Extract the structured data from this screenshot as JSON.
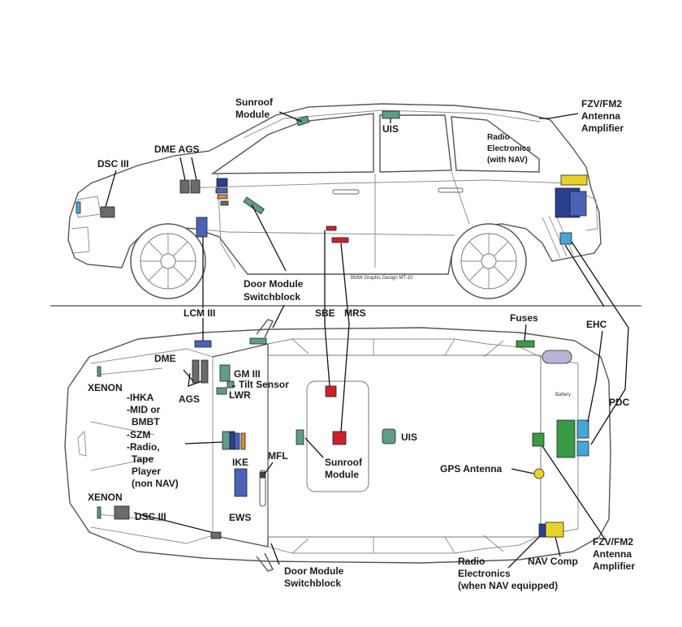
{
  "colors": {
    "teal": "#5f9c8a",
    "dark_gray": "#6a6a6a",
    "navy": "#2b3f8f",
    "blue": "#4a63b8",
    "red": "#d01f2a",
    "green": "#3a9a45",
    "light_blue": "#47a6d8",
    "yellow": "#e8d22a",
    "orange": "#d98a3a",
    "lavender": "#b8b5d6"
  },
  "side_view": {
    "sunroof_module": [
      "Sunroof",
      "Module"
    ],
    "uis": "UIS",
    "fzv_fm2": [
      "FZV/FM2",
      "Antenna",
      "Amplifier"
    ],
    "radio_electronics": [
      "Radio",
      "Electronics",
      "(with NAV)"
    ],
    "dme_ags": "DME AGS",
    "dsc_iii": "DSC III",
    "watermark": "BMW Graphic Design MT-10"
  },
  "mid_labels": {
    "door_module_switchblock": [
      "Door Module",
      "Switchblock"
    ],
    "lcm_iii": "LCM III",
    "sbe": "SBE",
    "mrs": "MRS",
    "fuses": "Fuses",
    "ehc": "EHC",
    "pdc": "PDC"
  },
  "top_view": {
    "dme": "DME",
    "ags": "AGS",
    "gm_iii": "GM III",
    "tilt_sensor": "Tilt Sensor",
    "lwr": "LWR",
    "xenon_front": "XENON",
    "xenon_rear": "XENON",
    "list_items": [
      "-IHKA",
      "-MID or",
      "BMBT",
      "-SZM",
      "-Radio,",
      "Tape",
      "Player",
      "(non NAV)"
    ],
    "ike": "IKE",
    "ews": "EWS",
    "mfl": "MFL",
    "dsc_iii": "DSC III",
    "sunroof_module": [
      "Sunroof",
      "Module"
    ],
    "uis": "UIS",
    "battery": "Battery",
    "gps_antenna": "GPS Antenna",
    "fzv_fm2": [
      "FZV/FM2",
      "Antenna",
      "Amplifier"
    ],
    "nav_comp": "NAV Comp",
    "radio_electronics": [
      "Radio",
      "Electronics",
      "(when NAV equipped)"
    ],
    "door_module_switchblock": [
      "Door Module",
      "Switchblock"
    ]
  }
}
